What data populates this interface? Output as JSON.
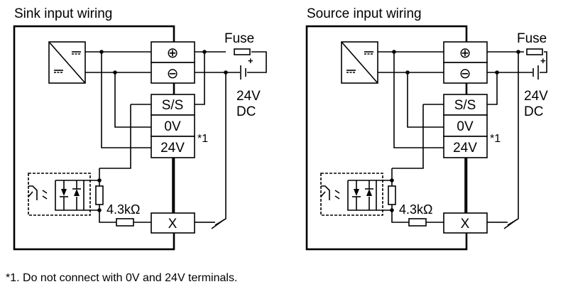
{
  "diagrams": [
    {
      "id": "sink",
      "title": "Sink input wiring",
      "fuse_label": "Fuse",
      "supply_voltage": "24V",
      "supply_type": "DC",
      "terminals": {
        "plus": "⊕",
        "minus": "⊖",
        "ss": "S/S",
        "zero": "0V",
        "v24": "24V",
        "x": "X"
      },
      "note_marker": "*1",
      "resistor_label": "4.3kΩ",
      "battery_polarity": "+"
    },
    {
      "id": "source",
      "title": "Source input wiring",
      "fuse_label": "Fuse",
      "supply_voltage": "24V",
      "supply_type": "DC",
      "terminals": {
        "plus": "⊕",
        "minus": "⊖",
        "ss": "S/S",
        "zero": "0V",
        "v24": "24V",
        "x": "X"
      },
      "note_marker": "*1",
      "resistor_label": "4.3kΩ",
      "battery_polarity": "+"
    }
  ],
  "footnote": "*1. Do not connect with 0V and 24V terminals."
}
